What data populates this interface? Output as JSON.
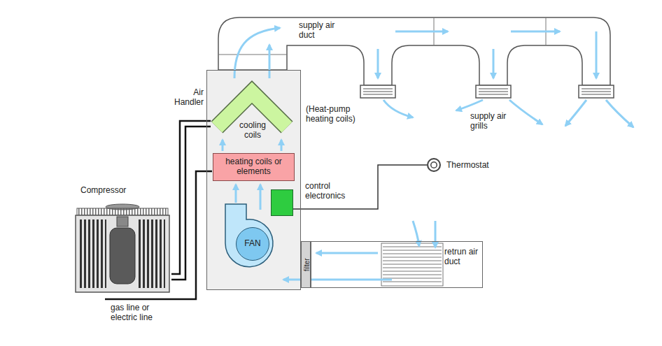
{
  "diagram": {
    "nodes": [
      {
        "text": [
          "Air Handler"
        ]
      },
      {
        "text": [
          "cooling coils"
        ],
        "in": 0
      },
      {
        "text": [
          "heating coils or elements"
        ],
        "in": 0
      },
      {
        "text": [
          "FAN"
        ],
        "in": 0
      },
      {
        "text": [
          "control electronics"
        ],
        "in": 0
      },
      {
        "text": [
          "Thermostat"
        ]
      },
      {
        "text": [
          "Compressor"
        ]
      },
      {
        "text": [
          "filter"
        ]
      },
      {
        "text": [
          "retrun air duct"
        ]
      },
      {
        "text": [
          "supply air duct"
        ]
      }
    ],
    "edges": [
      {
        "from": 5,
        "to": 4,
        "arrow": "none"
      },
      {
        "from": 6,
        "to": 1,
        "arrow": "none"
      },
      {
        "from": 6,
        "to": 1,
        "arrow": "none"
      }
    ],
    "labels": [
      "(Heat-pump heating coils)",
      "supply air grills",
      "gas line or electric line"
    ]
  }
}
